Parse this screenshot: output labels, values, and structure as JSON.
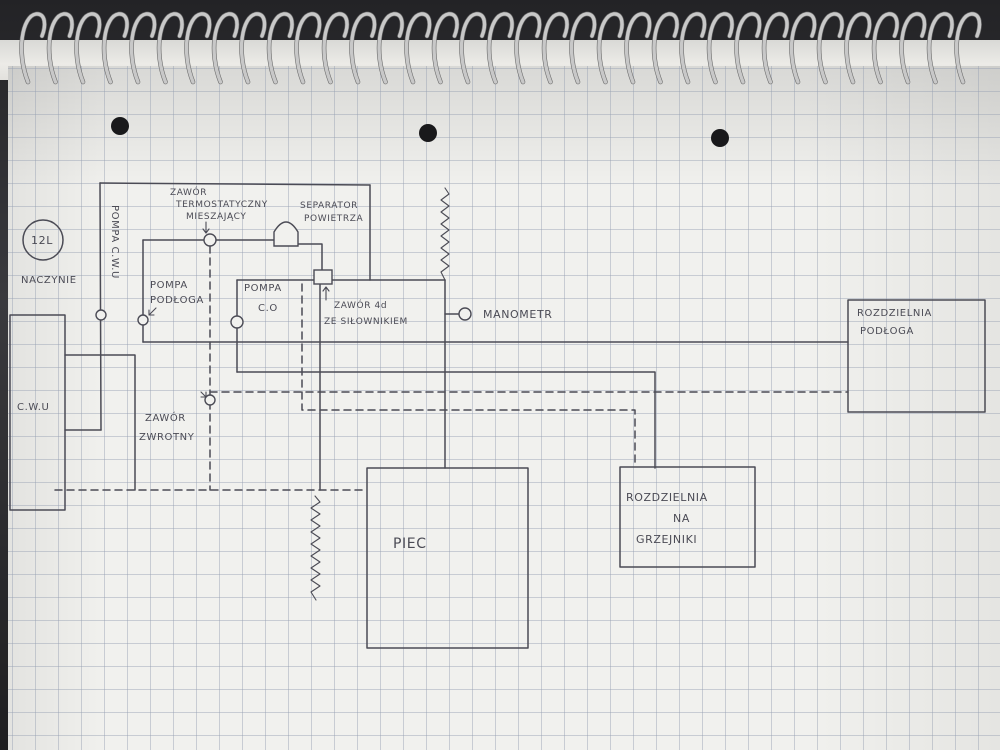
{
  "labels": {
    "tank_capacity": "12L",
    "expansion_vessel": "NACZYNIE",
    "dhw_tank": "C.W.U",
    "dhw_pump": "POMPA C.W.U",
    "mixing_valve": [
      "ZAWÓR",
      "TERMOSTATYCZNY",
      "MIESZAJĄCY"
    ],
    "air_separator": [
      "SEPARATOR",
      "POWIETRZA"
    ],
    "floor_pump": [
      "POMPA",
      "PODŁOGA"
    ],
    "ch_pump": [
      "POMPA",
      "C.O"
    ],
    "four_way_valve": [
      "ZAWÓR 4d",
      "ZE SIŁOWNIKIEM"
    ],
    "pressure_gauge": "MANOMETR",
    "check_valve": [
      "ZAWÓR",
      "ZWROTNY"
    ],
    "boiler": "PIEC",
    "floor_manifold": [
      "ROZDZIELNIA",
      "PODŁOGA"
    ],
    "radiator_manifold": [
      "ROZDZIELNIA",
      "NA",
      "GRZEJNIKI"
    ]
  },
  "colors": {
    "ink": "#4b4b55",
    "paper": "#f1f1ee",
    "grid": "#969fb2"
  }
}
